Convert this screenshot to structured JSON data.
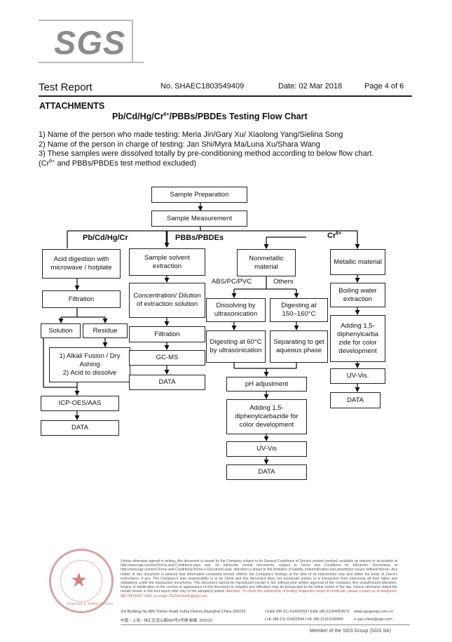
{
  "logo": {
    "text": "SGS"
  },
  "header": {
    "title": "Test Report",
    "report_no": "No. SHAEC1803549409",
    "date": "Date: 02 Mar 2018",
    "page": "Page 4 of 6"
  },
  "attachments_heading": "ATTACHMENTS",
  "flow_title": "Pb/Cd/Hg/Cr6+/PBBs/PBDEs Testing Flow Chart",
  "flow_title_parts": {
    "pre": "Pb/Cd/Hg/Cr",
    "sup": "6+",
    "post": "/PBBs/PBDEs Testing Flow Chart"
  },
  "notes": {
    "line1": "1) Name of the person who made testing: Meria Jin/Gary Xu/ Xiaolong Yang/Sielina Song",
    "line2": "2) Name of the person in charge of testing: Jan Shi/Myra Ma/Luna Xu/Shara Wang",
    "line3": "3) These samples were dissolved totally by pre-conditioning method according to below flow chart.",
    "line4_pre": "(Cr",
    "line4_sup": "6+",
    "line4_post": " and PBBs/PBDEs test method excluded)"
  },
  "flowchart": {
    "sample_preparation": "Sample Preparation",
    "sample_measurement": "Sample Measurement",
    "branch_metals": "Pb/Cd/Hg/Cr",
    "branch_pbbs": "PBBs/PBDEs",
    "branch_cr_pre": "Cr",
    "branch_cr_sup": "6+",
    "metals": {
      "acid_digestion": "Acid digestion with microwave / hotplate",
      "filtration": "Filtration",
      "solution": "Solution",
      "residue": "Residue",
      "alkali": "1) Alkali Fusion / Dry Ashing\n2) Acid to dissolve",
      "icp": "ICP-OES/AAS",
      "data": "DATA"
    },
    "pbbs": {
      "extraction": "Sample solvent extraction",
      "concentration": "Concentration/ Dilution of extraction solution",
      "filtration": "Filtration",
      "gcms": "GC-MS",
      "data": "DATA"
    },
    "cr_nonmetal": {
      "nonmetallic": "Nonmetallic material",
      "abs_label": "ABS/PC/PVC",
      "others_label": "Others",
      "dissolving": "Dissolving by ultrasonication",
      "digest150": "Digesting at 150~160°C",
      "digest60": "Digesting at 60°C by ultrasonication",
      "separating": "Separating to get aqueous phase",
      "ph": "pH adjustment",
      "adding": "Adding 1,5-diphenylcarbazide for color development",
      "uvvis": "UV-Vis",
      "data": "DATA"
    },
    "cr_metal": {
      "metallic": "Metallic material",
      "boiling": "Boiling water extraction",
      "adding": "Adding 1,5-diphenylcarba zide for color development",
      "uvvis": "UV-Vis.",
      "data": "DATA"
    }
  },
  "footer": {
    "seal_top": "Inspection & Testing Services",
    "terms": "Unless otherwise agreed in writing, this document is issued by the Company subject to its General Conditions of Service printed overleaf, available on request or accessible at http://www.sgs.com/en/Terms-and-Conditions.aspx and, for electronic format documents, subject to Terms and Conditions for Electronic Documents at http://www.sgs.com/en/Terms-and-Conditions/Terms-e-Document.aspx. Attention is drawn to the limitation of liability, indemnification and jurisdiction issues defined therein. Any holder of this document is advised that information contained hereon reflects the Company's findings at the time of its intervention only and within the limits of Client's instructions, if any. The Company's sole responsibility is to its Client and this document does not exonerate parties to a transaction from exercising all their rights and obligations under the transaction documents. This document cannot be reproduced except in full, without prior written approval of the Company. Any unauthorized alteration, forgery or falsification of the content or appearance of this document is unlawful and offenders may be prosecuted to the fullest extent of the law. Unless otherwise stated the results shown in this test report refer only to the sample(s) tested.",
    "attention": "Attention: To check the authenticity of testing /inspection report & certificate, please contact us at telephone: (86-755) 8307 1443, or email: CN.Doccheck@sgs.com",
    "addr_en": "3rd Building,No.889 Yishan Road Xuhui District,Shanghai China   200233",
    "addr_cn": "中国・上海・徐汇区宜山路889号3号楼   邮编: 200233",
    "tel1": "t E&E (86-21) 61402553   f E&E (86-21)64953679",
    "tel2": "t HL (86-21) 61402594   f HL (86-21)61156899",
    "web1": "www.sgsgroup.com.cn",
    "web2": "e sgs.china@sgs.com",
    "member": "Member of the SGS Group (SGS SA)"
  }
}
